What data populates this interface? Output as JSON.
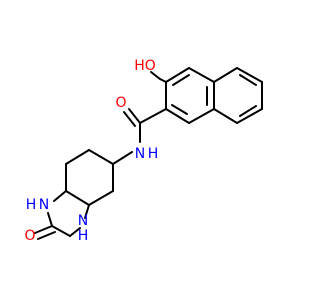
{
  "molecule": {
    "colors": {
      "bond": "#000000",
      "oxygen": "#ff0000",
      "nitrogen": "#0000ff"
    },
    "atom_labels": {
      "hydroxyl": "HO",
      "amide_oxygen": "O",
      "amide_nitrogen": "N",
      "amide_hydrogen": "H",
      "urea_nitrogen_1": "N",
      "urea_hydrogen_1": "H",
      "urea_nitrogen_2": "N",
      "urea_hydrogen_2": "H",
      "urea_oxygen": "O"
    }
  }
}
